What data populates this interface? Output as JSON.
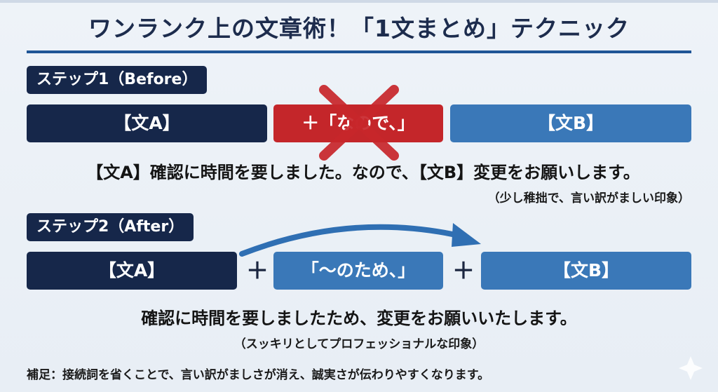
{
  "title": "ワンランク上の文章術！「1文まとめ」テクニック",
  "step1": {
    "label": "ステップ1（Before）",
    "box_a": "【文A】",
    "box_connector": "＋「なので、」",
    "box_b": "【文B】",
    "sentence": "【文A】確認に時間を要しました。なので、【文B】変更をお願いします。",
    "note": "（少し稚拙で、言い訳がましい印象）",
    "cross_icon": "x-mark-icon"
  },
  "step2": {
    "label": "ステップ2（After）",
    "box_a": "【文A】",
    "plus1": "＋",
    "box_connector": "「〜のため、」",
    "plus2": "＋",
    "box_b": "【文B】",
    "sentence": "確認に時間を要しましたため、変更をお願いいたします。",
    "note": "（スッキリとしてプロフェッショナルな印象）",
    "arrow_icon": "curved-arrow-icon"
  },
  "supplement": "補足：接続詞を省くことで、言い訳がましさが消え、誠実さが伝わりやすくなります。",
  "colors": {
    "navy": "#16274a",
    "blue": "#3a78b8",
    "red": "#c4262a",
    "accent_rule": "#1f5596"
  }
}
